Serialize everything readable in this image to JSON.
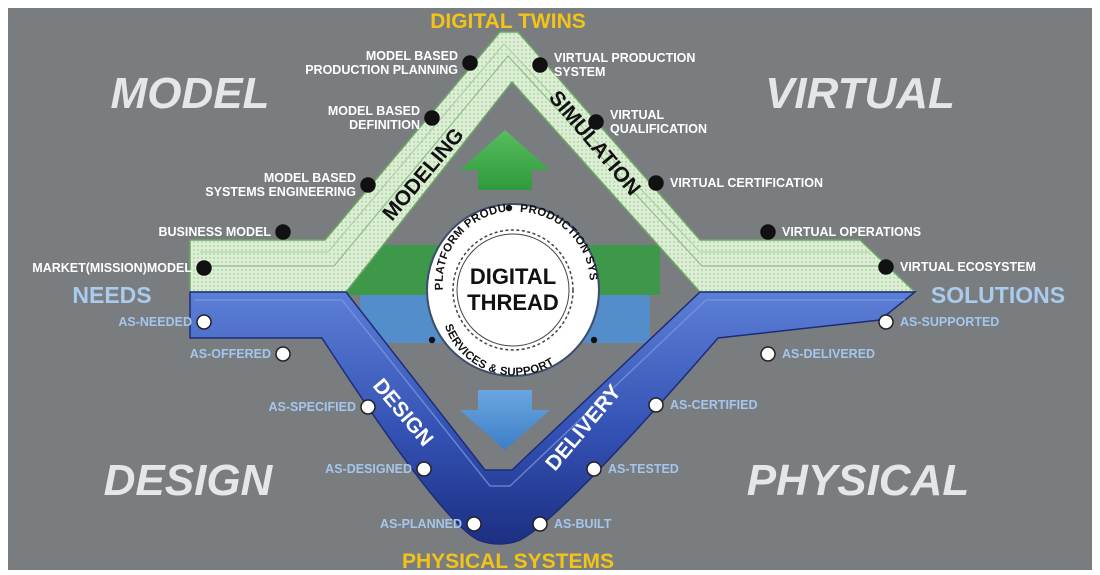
{
  "top_label": "DIGITAL TWINS",
  "bottom_label": "PHYSICAL SYSTEMS",
  "left_end_label": "NEEDS",
  "right_end_label": "SOLUTIONS",
  "quadrants": {
    "top_left": "MODEL",
    "top_right": "VIRTUAL",
    "bottom_left": "DESIGN",
    "bottom_right": "PHYSICAL"
  },
  "band_labels": {
    "modeling": "MODELING",
    "simulation": "SIMULATION",
    "design": "DESIGN",
    "delivery": "DELIVERY"
  },
  "hub": {
    "line1": "DIGITAL",
    "line2": "THREAD",
    "ring_top_left": "PLATFORM PRODUCT",
    "ring_top_right": "PRODUCTION SYSTEM",
    "ring_bottom": "SERVICES & SUPPORT"
  },
  "model_items": [
    [
      "MODEL BASED",
      "PRODUCTION PLANNING"
    ],
    [
      "MODEL BASED",
      "DEFINITION"
    ],
    [
      "MODEL BASED",
      "SYSTEMS ENGINEERING"
    ],
    [
      "BUSINESS MODEL"
    ],
    [
      "MARKET(MISSION)MODEL"
    ]
  ],
  "virtual_items": [
    [
      "VIRTUAL PRODUCTION",
      "SYSTEM"
    ],
    [
      "VIRTUAL",
      "QUALIFICATION"
    ],
    [
      "VIRTUAL CERTIFICATION"
    ],
    [
      "VIRTUAL OPERATIONS"
    ],
    [
      "VIRTUAL ECOSYSTEM"
    ]
  ],
  "design_items": [
    "AS-NEEDED",
    "AS-OFFERED",
    "AS-SPECIFIED",
    "AS-DESIGNED",
    "AS-PLANNED"
  ],
  "delivery_items": [
    "AS-SUPPORTED",
    "AS-DELIVERED",
    "AS-CERTIFIED",
    "AS-TESTED",
    "AS-BUILT"
  ],
  "colors": {
    "background": "#7a7d80",
    "upper_band": "#d6edcf",
    "lower_band": "#3656b8",
    "arrow_green": "#33a142",
    "arrow_blue": "#4f8fd1",
    "title_yellow": "#f3c318",
    "lower_text": "#a4c6ec"
  }
}
